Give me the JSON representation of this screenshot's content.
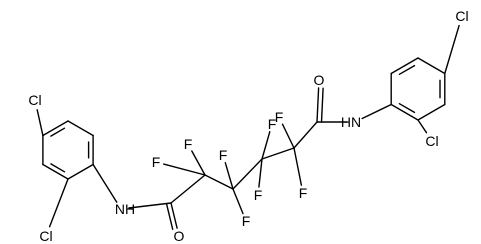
{
  "colors": {
    "bond": "#000000",
    "label": "#000000",
    "background": "#ffffff"
  },
  "molecule": {
    "atoms": [
      {
        "id": "r1_c1",
        "label": ""
      },
      {
        "id": "r1_c2",
        "label": ""
      },
      {
        "id": "r1_c3",
        "label": ""
      },
      {
        "id": "r1_c4",
        "label": ""
      },
      {
        "id": "r1_c5",
        "label": ""
      },
      {
        "id": "r1_c6",
        "label": ""
      },
      {
        "id": "cl_top_left",
        "label": "Cl"
      },
      {
        "id": "cl_ortho_left",
        "label": "Cl"
      },
      {
        "id": "n_left",
        "label": "N"
      },
      {
        "id": "h_left",
        "label": "H"
      },
      {
        "id": "c_amide_left",
        "label": ""
      },
      {
        "id": "o_left",
        "label": "O"
      },
      {
        "id": "cf2_a",
        "label": ""
      },
      {
        "id": "cf2_b",
        "label": ""
      },
      {
        "id": "cf2_c",
        "label": ""
      },
      {
        "id": "cf2_d",
        "label": ""
      },
      {
        "id": "c_amide_right",
        "label": ""
      },
      {
        "id": "o_right",
        "label": "O"
      },
      {
        "id": "n_right",
        "label": "N"
      },
      {
        "id": "h_right",
        "label": "H"
      },
      {
        "id": "r2_c1",
        "label": ""
      },
      {
        "id": "r2_c2",
        "label": ""
      },
      {
        "id": "r2_c3",
        "label": ""
      },
      {
        "id": "r2_c4",
        "label": ""
      },
      {
        "id": "r2_c5",
        "label": ""
      },
      {
        "id": "r2_c6",
        "label": ""
      },
      {
        "id": "cl_top_right",
        "label": "Cl"
      },
      {
        "id": "cl_ortho_right",
        "label": "Cl"
      },
      {
        "id": "f1",
        "label": "F"
      },
      {
        "id": "f2",
        "label": "F"
      },
      {
        "id": "f3",
        "label": "F"
      },
      {
        "id": "f4",
        "label": "F"
      },
      {
        "id": "f5",
        "label": "F"
      },
      {
        "id": "f6",
        "label": "F"
      },
      {
        "id": "f7",
        "label": "F"
      },
      {
        "id": "f8",
        "label": "F"
      }
    ],
    "bonds": [
      {
        "a": "cl_top_left",
        "b": "r1_c1",
        "order": 1
      },
      {
        "a": "r1_c1",
        "b": "r1_c2",
        "order": 2
      },
      {
        "a": "r1_c2",
        "b": "r1_c3",
        "order": 1
      },
      {
        "a": "r1_c3",
        "b": "r1_c4",
        "order": 2
      },
      {
        "a": "r1_c4",
        "b": "r1_c5",
        "order": 1
      },
      {
        "a": "r1_c5",
        "b": "r1_c6",
        "order": 2
      },
      {
        "a": "r1_c6",
        "b": "r1_c1",
        "order": 1
      },
      {
        "a": "r1_c5",
        "b": "cl_ortho_left",
        "order": 1
      },
      {
        "a": "r1_c4",
        "b": "n_left",
        "order": 1
      },
      {
        "a": "n_left",
        "b": "c_amide_left",
        "order": 1
      },
      {
        "a": "c_amide_left",
        "b": "o_left",
        "order": 2
      },
      {
        "a": "c_amide_left",
        "b": "cf2_a",
        "order": 1
      },
      {
        "a": "cf2_a",
        "b": "cf2_b",
        "order": 1
      },
      {
        "a": "cf2_b",
        "b": "cf2_c",
        "order": 1
      },
      {
        "a": "cf2_c",
        "b": "cf2_d",
        "order": 1
      },
      {
        "a": "cf2_d",
        "b": "c_amide_right",
        "order": 1
      },
      {
        "a": "c_amide_right",
        "b": "o_right",
        "order": 2
      },
      {
        "a": "c_amide_right",
        "b": "n_right",
        "order": 1
      },
      {
        "a": "n_right",
        "b": "r2_c1",
        "order": 1
      },
      {
        "a": "r2_c1",
        "b": "r2_c2",
        "order": 2
      },
      {
        "a": "r2_c2",
        "b": "r2_c3",
        "order": 1
      },
      {
        "a": "r2_c3",
        "b": "r2_c4",
        "order": 2
      },
      {
        "a": "r2_c4",
        "b": "r2_c5",
        "order": 1
      },
      {
        "a": "r2_c5",
        "b": "r2_c6",
        "order": 2
      },
      {
        "a": "r2_c6",
        "b": "r2_c1",
        "order": 1
      },
      {
        "a": "r2_c4",
        "b": "cl_top_right",
        "order": 1
      },
      {
        "a": "r2_c2",
        "b": "cl_ortho_right",
        "order": 1
      },
      {
        "a": "cf2_a",
        "b": "f1",
        "order": 1
      },
      {
        "a": "cf2_a",
        "b": "f2",
        "order": 1
      },
      {
        "a": "cf2_b",
        "b": "f3",
        "order": 1
      },
      {
        "a": "cf2_b",
        "b": "f4",
        "order": 1
      },
      {
        "a": "cf2_c",
        "b": "f5",
        "order": 1
      },
      {
        "a": "cf2_c",
        "b": "f6",
        "order": 1
      },
      {
        "a": "cf2_d",
        "b": "f7",
        "order": 1
      },
      {
        "a": "cf2_d",
        "b": "f8",
        "order": 1
      }
    ]
  }
}
